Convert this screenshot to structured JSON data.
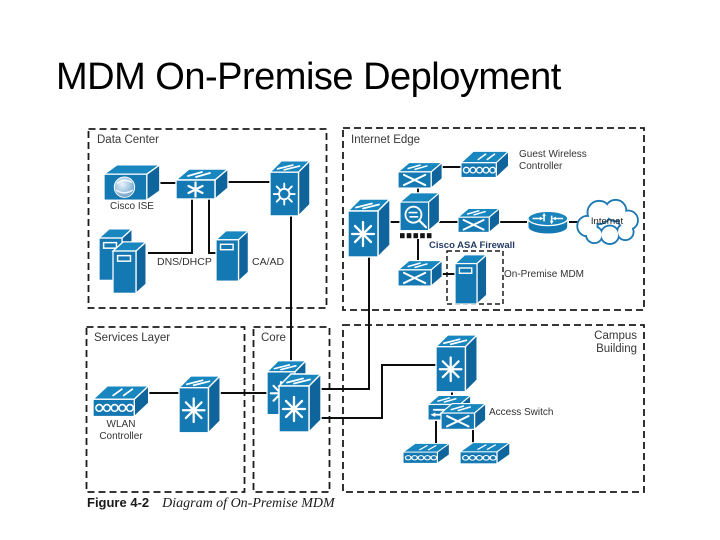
{
  "title": "MDM On-Premise Deployment",
  "zones": {
    "data_center": "Data Center",
    "internet_edge": "Internet Edge",
    "services_layer": "Services Layer",
    "core": "Core",
    "campus_building": "Campus Building"
  },
  "devices": {
    "cisco_ise": "Cisco ISE",
    "dns_dhcp": "DNS/DHCP",
    "ca_ad": "CA/AD",
    "guest_wireless_controller_line1": "Guest Wireless",
    "guest_wireless_controller_line2": "Controller",
    "cisco_asa_firewall": "Cisco ASA Firewall",
    "internet": "Internet",
    "on_premise_mdm": "On-Premise MDM",
    "wlan_controller_line1": "WLAN",
    "wlan_controller_line2": "Controller",
    "access_switch": "Access Switch"
  },
  "caption": {
    "figure_label": "Figure 4-2",
    "figure_text": "Diagram of On-Premise MDM"
  },
  "icons": {
    "cisco_ise": "appliance-with-globe-icon",
    "data_center_switch": "layer2-switch-icon",
    "multilayer_switch": "multilayer-switch-icon",
    "dns_dhcp": "server-pair-icon",
    "ca_ad": "server-icon",
    "guest_wireless_controller": "wireless-controller-icon",
    "cisco_asa_firewall": "asa-firewall-icon",
    "router": "router-icon",
    "internet": "cloud-icon",
    "on_premise_mdm": "server-icon",
    "wlan_controller": "wireless-controller-icon",
    "access_switch": "access-switch-icon",
    "access_point": "access-point-icon"
  },
  "colors": {
    "device_blue": "#1478b2",
    "device_blue_light": "#1886bf",
    "device_blue_dark": "#0f649c",
    "cloud_outline": "#1e7ab5",
    "connector": "#0d0d0d",
    "zone_border": "#1b1b1b",
    "asa_label_text": "#243c63",
    "label_text": "#333333"
  }
}
